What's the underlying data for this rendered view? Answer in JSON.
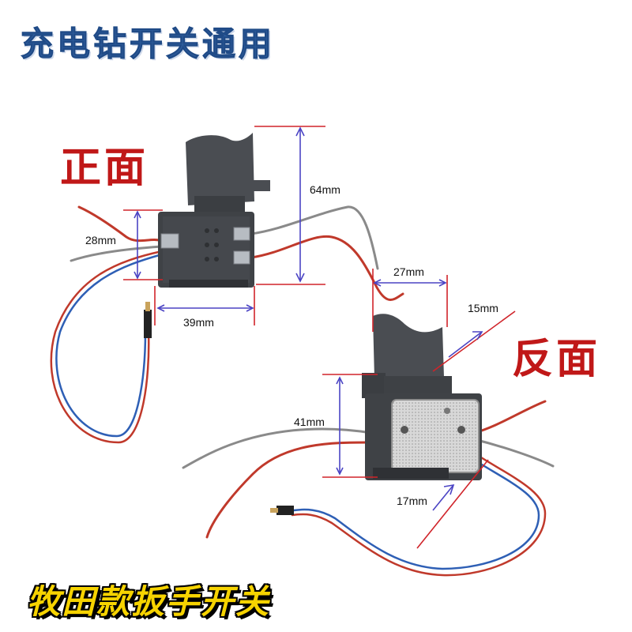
{
  "title": "充电钻开关通用",
  "labels": {
    "front": "正面",
    "back": "反面"
  },
  "dimensions": {
    "front_height": "64mm",
    "front_side": "28mm",
    "front_width": "39mm",
    "back_top": "27mm",
    "back_trigger": "15mm",
    "back_height": "41mm",
    "back_bottom": "17mm"
  },
  "banner": "牧田款扳手开关",
  "colors": {
    "title": "#2f5d9c",
    "label": "#c01818",
    "dimension_line": "#4b44c4",
    "dimension_tick": "#d0242a",
    "banner_text": "#f6d300"
  }
}
